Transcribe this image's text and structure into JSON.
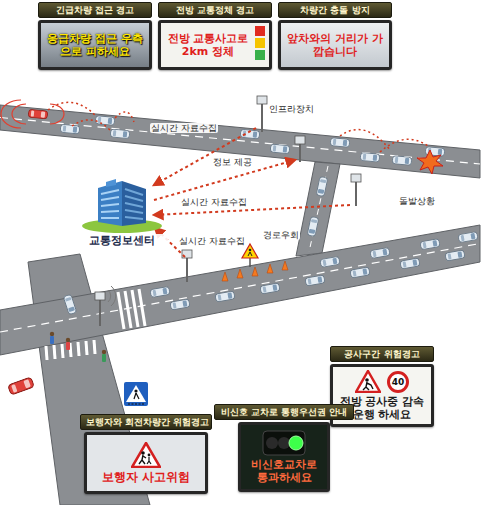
{
  "diagram": {
    "nodes": [
      {
        "text": [
          "긴급차량 접근 경고",
          "응급차량 접근 우측으로 피하세요"
        ]
      },
      {
        "text": [
          "전방 교통정체 경고",
          "전방 교통사고로 2km 정체"
        ]
      },
      {
        "text": [
          "차량간 충돌 방지",
          "앞차와의 거리가 가깝습니다"
        ]
      },
      {
        "text": [
          "교통정보센터"
        ]
      },
      {
        "text": [
          "공사구간 위험경고",
          "전방 공사중 감속운행 하세요",
          "40"
        ]
      },
      {
        "text": [
          "비신호 교차로 통행우선권 안내",
          "비신호교차로 통과하세요"
        ]
      },
      {
        "text": [
          "보행자와 회전차량간 위험경고",
          "보행자 사고위험"
        ]
      }
    ],
    "labels": [
      "인프라장치",
      "실시간 자료수집",
      "정보 제공",
      "실시간 자료수집",
      "경로우회",
      "돌발상황",
      "실시간 자료수집"
    ]
  }
}
